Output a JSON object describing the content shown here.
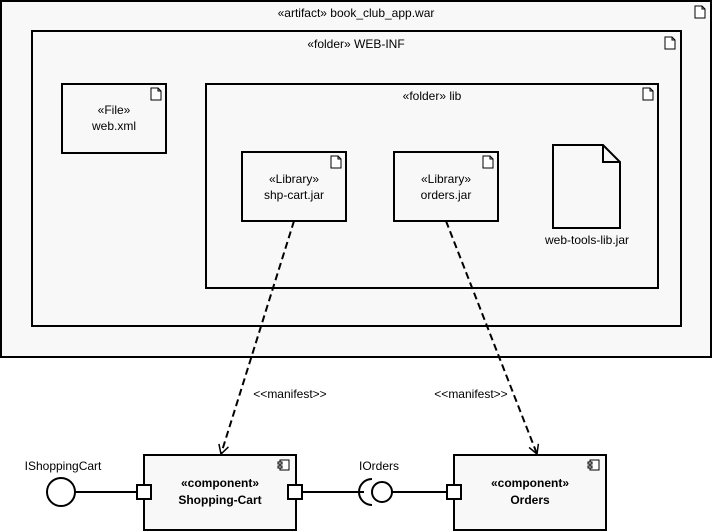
{
  "artifact": {
    "title": "«artifact» book_club_app.war"
  },
  "webinf": {
    "title": "«folder» WEB-INF"
  },
  "webxml": {
    "stereotype": "«File»",
    "name": "web.xml"
  },
  "lib": {
    "title": "«folder» lib"
  },
  "shpcart": {
    "stereotype": "«Library»",
    "name": "shp-cart.jar"
  },
  "ordersjar": {
    "stereotype": "«Library»",
    "name": "orders.jar"
  },
  "webtools": {
    "name": "web-tools-lib.jar"
  },
  "manifest1": {
    "label": "<<manifest>>"
  },
  "manifest2": {
    "label": "<<manifest>>"
  },
  "shoppingcart": {
    "stereotype": "«component»",
    "name": "Shopping-Cart"
  },
  "orders": {
    "stereotype": "«component»",
    "name": "Orders"
  },
  "ishoppingcart": {
    "label": "IShoppingCart"
  },
  "iorders": {
    "label": "IOrders"
  },
  "colors": {
    "fill": "#f8f8f8",
    "stroke": "#000000"
  }
}
